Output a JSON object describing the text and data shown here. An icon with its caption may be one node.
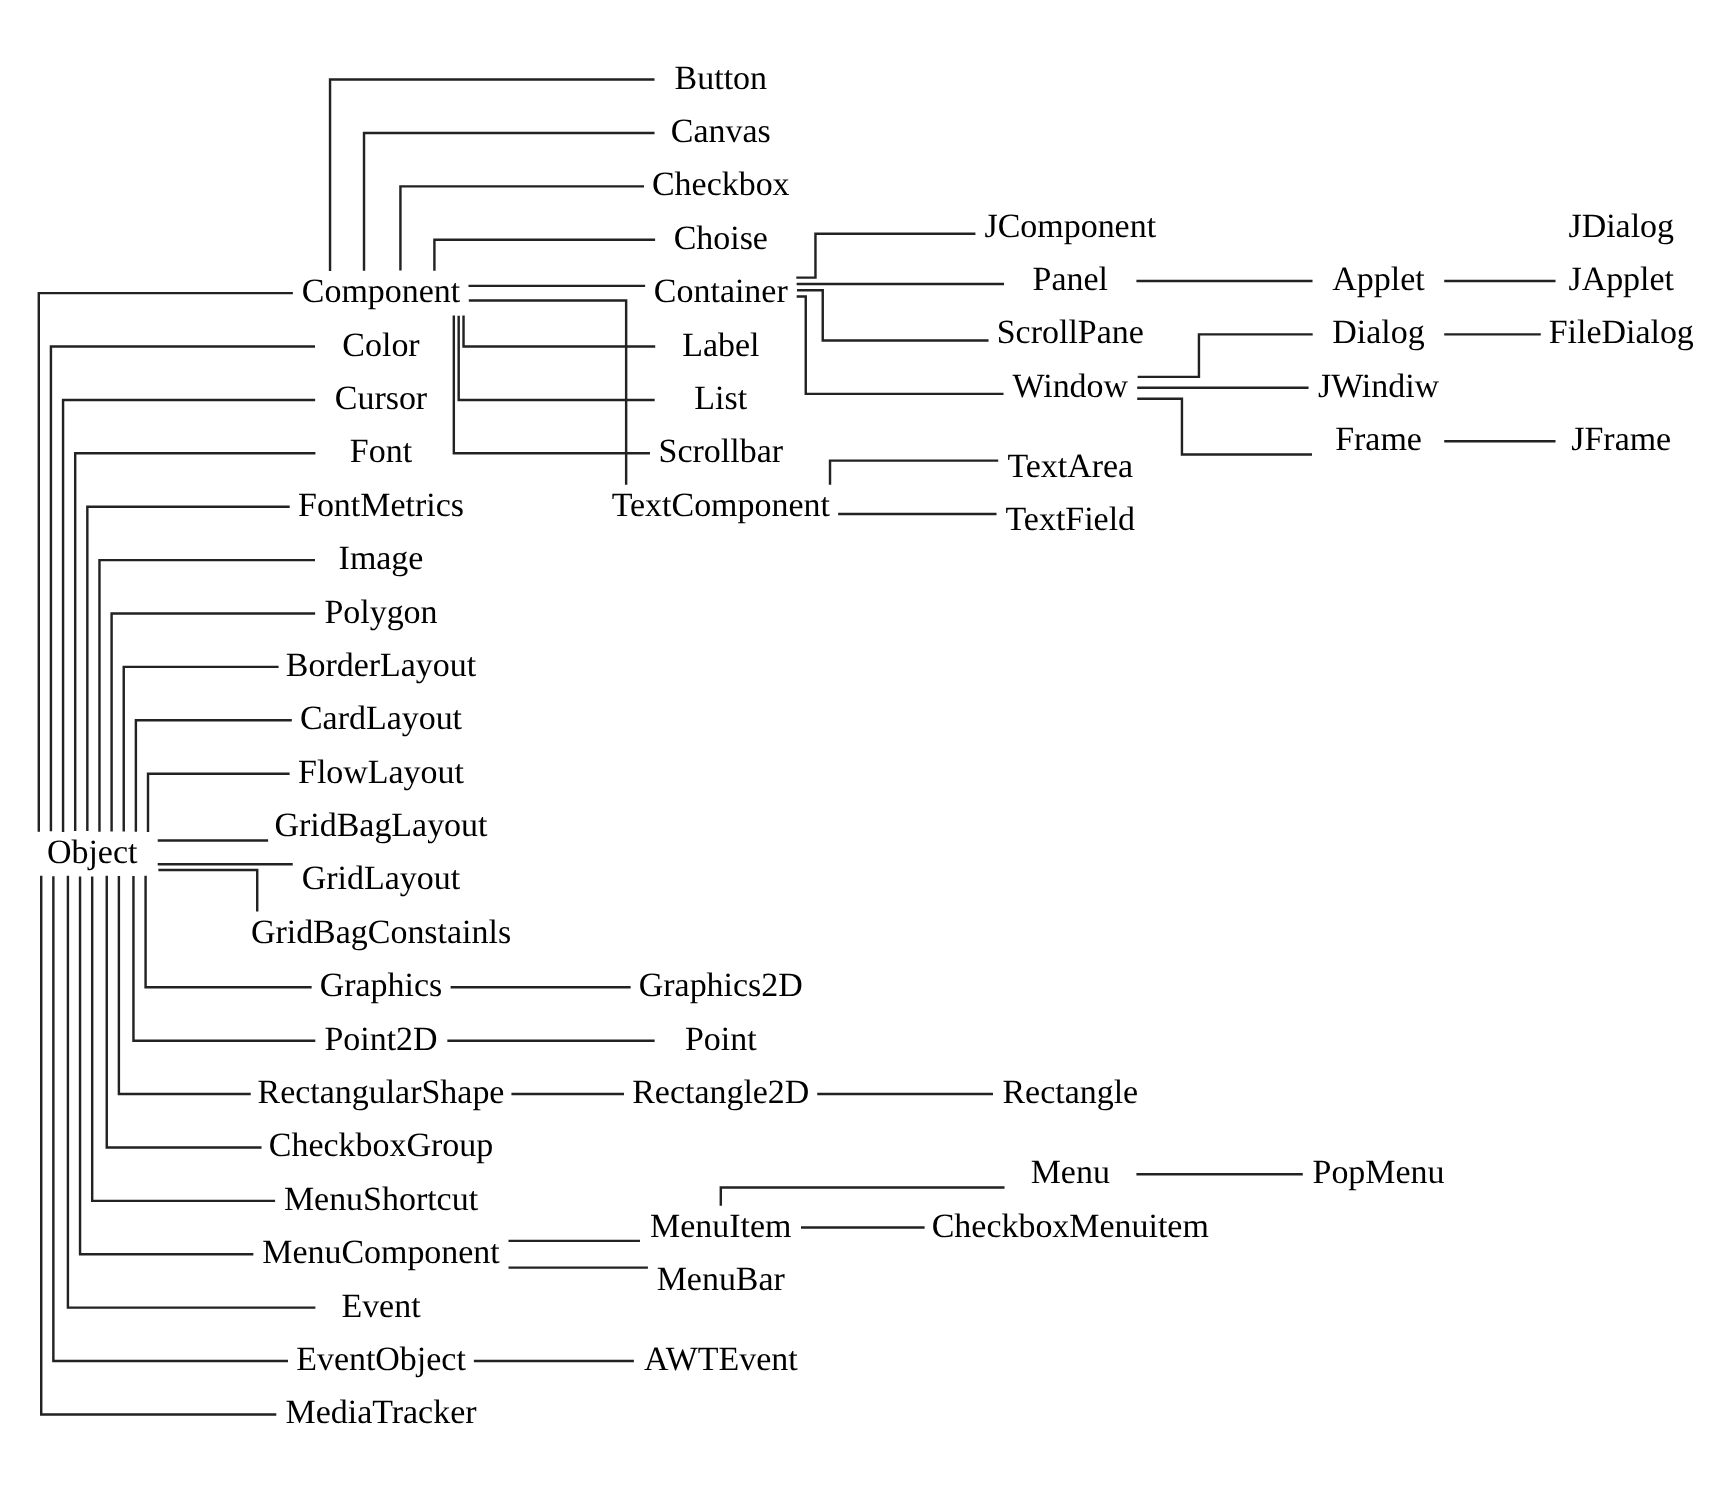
{
  "diagram": {
    "nodes": [
      {
        "text": [
          "Object"
        ]
      },
      {
        "text": [
          "Component"
        ]
      },
      {
        "text": [
          "Button"
        ]
      },
      {
        "text": [
          "Color"
        ]
      },
      {
        "text": [
          "Canvas"
        ]
      },
      {
        "text": [
          "Cursor"
        ]
      },
      {
        "text": [
          "Checkbox"
        ]
      },
      {
        "text": [
          "Font"
        ]
      },
      {
        "text": [
          "Choise"
        ]
      },
      {
        "text": [
          "FontMetrics"
        ]
      },
      {
        "text": [
          "Container"
        ]
      },
      {
        "text": [
          "JComponent"
        ]
      },
      {
        "text": [
          "Image"
        ]
      },
      {
        "text": [
          "Label"
        ]
      },
      {
        "text": [
          "Panel"
        ]
      },
      {
        "text": [
          "Applet"
        ]
      },
      {
        "text": [
          "JApplet"
        ]
      },
      {
        "text": [
          "Polygon"
        ]
      },
      {
        "text": [
          "List"
        ]
      },
      {
        "text": [
          "ScrollPane"
        ]
      },
      {
        "text": [
          "BorderLayout"
        ]
      },
      {
        "text": [
          "Scrollbar"
        ]
      },
      {
        "text": [
          "Window"
        ]
      },
      {
        "text": [
          "Dialog"
        ]
      },
      {
        "text": [
          "FileDialog"
        ]
      },
      {
        "text": [
          "CardLayout"
        ]
      },
      {
        "text": [
          "TextComponent"
        ]
      },
      {
        "text": [
          "JWindiw"
        ]
      },
      {
        "text": [
          "FlowLayout"
        ]
      },
      {
        "text": [
          "TextArea"
        ]
      },
      {
        "text": [
          "Frame"
        ]
      },
      {
        "text": [
          "JFrame"
        ]
      },
      {
        "text": [
          "GridBagLayout"
        ]
      },
      {
        "text": [
          "TextField"
        ]
      },
      {
        "text": [
          "GridLayout"
        ]
      },
      {
        "text": [
          "GridBagConstainls"
        ]
      },
      {
        "text": [
          "Graphics"
        ]
      },
      {
        "text": [
          "Graphics2D"
        ]
      },
      {
        "text": [
          "Point2D"
        ]
      },
      {
        "text": [
          "Point"
        ]
      },
      {
        "text": [
          "RectangularShape"
        ]
      },
      {
        "text": [
          "Rectangle2D"
        ]
      },
      {
        "text": [
          "Rectangle"
        ]
      },
      {
        "text": [
          "CheckboxGroup"
        ]
      },
      {
        "text": [
          "MenuShortcut"
        ]
      },
      {
        "text": [
          "MenuComponent"
        ]
      },
      {
        "text": [
          "MenuItem"
        ]
      },
      {
        "text": [
          "Menu"
        ]
      },
      {
        "text": [
          "PopMenu"
        ]
      },
      {
        "text": [
          "Event"
        ]
      },
      {
        "text": [
          "MenuBar"
        ]
      },
      {
        "text": [
          "CheckboxMenuitem"
        ]
      },
      {
        "text": [
          "EventObject"
        ]
      },
      {
        "text": [
          "AWTEvent"
        ]
      },
      {
        "text": [
          "MediaTracker"
        ]
      }
    ],
    "edges": [
      {
        "from": 0,
        "to": 1,
        "arrow": "none"
      },
      {
        "from": 0,
        "to": 3,
        "arrow": "none"
      },
      {
        "from": 0,
        "to": 5,
        "arrow": "none"
      },
      {
        "from": 0,
        "to": 7,
        "arrow": "none"
      },
      {
        "from": 0,
        "to": 9,
        "arrow": "none"
      },
      {
        "from": 0,
        "to": 12,
        "arrow": "none"
      },
      {
        "from": 0,
        "to": 17,
        "arrow": "none"
      },
      {
        "from": 0,
        "to": 20,
        "arrow": "none"
      },
      {
        "from": 0,
        "to": 25,
        "arrow": "none"
      },
      {
        "from": 0,
        "to": 28,
        "arrow": "none"
      },
      {
        "from": 0,
        "to": 32,
        "arrow": "none"
      },
      {
        "from": 0,
        "to": 34,
        "arrow": "none"
      },
      {
        "from": 0,
        "to": 35,
        "arrow": "none"
      },
      {
        "from": 0,
        "to": 36,
        "arrow": "none"
      },
      {
        "from": 0,
        "to": 38,
        "arrow": "none"
      },
      {
        "from": 0,
        "to": 40,
        "arrow": "none"
      },
      {
        "from": 0,
        "to": 43,
        "arrow": "none"
      },
      {
        "from": 0,
        "to": 44,
        "arrow": "none"
      },
      {
        "from": 0,
        "to": 45,
        "arrow": "none"
      },
      {
        "from": 0,
        "to": 49,
        "arrow": "none"
      },
      {
        "from": 0,
        "to": 52,
        "arrow": "none"
      },
      {
        "from": 0,
        "to": 54,
        "arrow": "none"
      },
      {
        "from": 1,
        "to": 2,
        "arrow": "none"
      },
      {
        "from": 1,
        "to": 4,
        "arrow": "none"
      },
      {
        "from": 1,
        "to": 6,
        "arrow": "none"
      },
      {
        "from": 1,
        "to": 8,
        "arrow": "none"
      },
      {
        "from": 1,
        "to": 10,
        "arrow": "none"
      },
      {
        "from": 1,
        "to": 13,
        "arrow": "none"
      },
      {
        "from": 1,
        "to": 18,
        "arrow": "none"
      },
      {
        "from": 1,
        "to": 21,
        "arrow": "none"
      },
      {
        "from": 1,
        "to": 26,
        "arrow": "none"
      },
      {
        "from": 10,
        "to": 11,
        "arrow": "none"
      },
      {
        "from": 10,
        "to": 14,
        "arrow": "none"
      },
      {
        "from": 10,
        "to": 19,
        "arrow": "none"
      },
      {
        "from": 10,
        "to": 22,
        "arrow": "none"
      },
      {
        "from": 14,
        "to": 15,
        "arrow": "none"
      },
      {
        "from": 15,
        "to": 16,
        "arrow": "none"
      },
      {
        "from": 22,
        "to": 23,
        "arrow": "none"
      },
      {
        "from": 22,
        "to": 27,
        "arrow": "none"
      },
      {
        "from": 22,
        "to": 30,
        "arrow": "none"
      },
      {
        "from": 23,
        "to": 24,
        "arrow": "none"
      },
      {
        "from": 30,
        "to": 31,
        "arrow": "none"
      },
      {
        "from": 26,
        "to": 29,
        "arrow": "none"
      },
      {
        "from": 26,
        "to": 33,
        "arrow": "none"
      },
      {
        "from": 36,
        "to": 37,
        "arrow": "none"
      },
      {
        "from": 38,
        "to": 39,
        "arrow": "none"
      },
      {
        "from": 40,
        "to": 41,
        "arrow": "none"
      },
      {
        "from": 41,
        "to": 42,
        "arrow": "none"
      },
      {
        "from": 45,
        "to": 46,
        "arrow": "none"
      },
      {
        "from": 45,
        "to": 50,
        "arrow": "none"
      },
      {
        "from": 46,
        "to": 47,
        "arrow": "none"
      },
      {
        "from": 46,
        "to": 51,
        "arrow": "none"
      },
      {
        "from": 47,
        "to": 48,
        "arrow": "none"
      },
      {
        "from": 52,
        "to": 53,
        "arrow": "none"
      }
    ],
    "labels": [
      "JDialog"
    ]
  }
}
